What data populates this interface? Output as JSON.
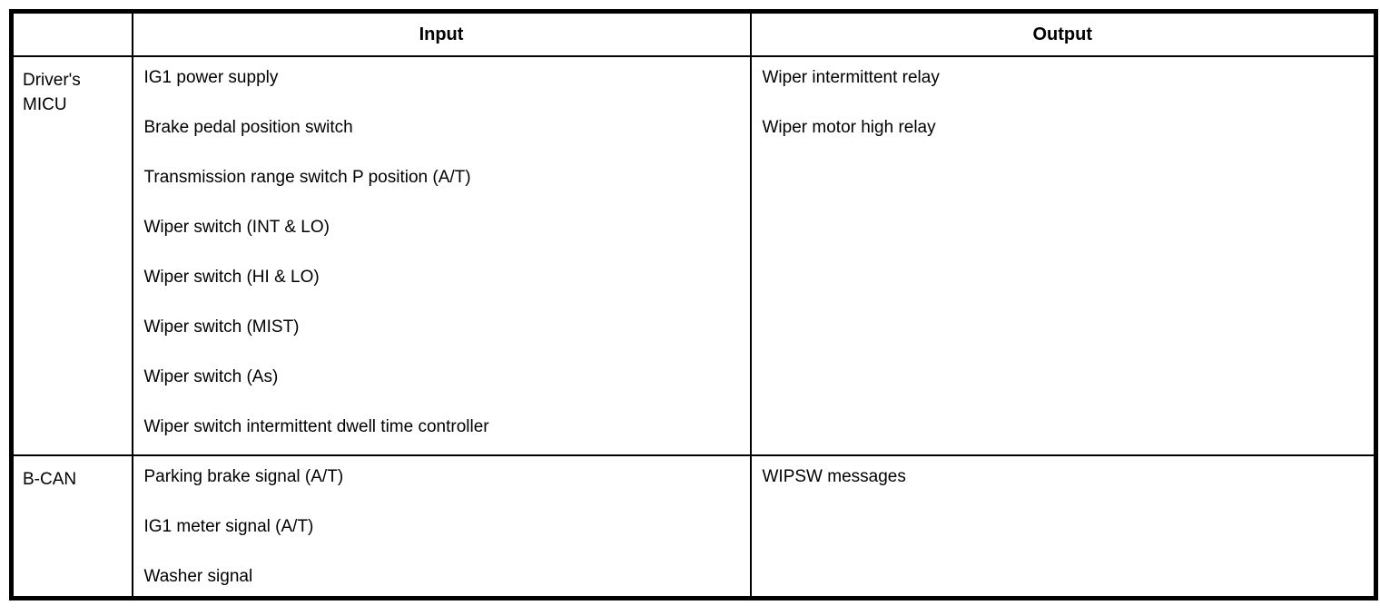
{
  "page": {
    "background_color": "#ffffff",
    "border_color": "#000000",
    "text_color": "#000000"
  },
  "table": {
    "headers": {
      "source": "",
      "input": "Input",
      "output": "Output"
    },
    "rows": [
      {
        "source": "Driver's MICU",
        "inputs": [
          "IG1 power supply",
          "Brake pedal position switch",
          "Transmission range switch P position (A/T)",
          "Wiper switch (INT & LO)",
          "Wiper switch (HI & LO)",
          "Wiper switch (MIST)",
          "Wiper switch (As)",
          "Wiper switch intermittent dwell time controller"
        ],
        "outputs": [
          "Wiper intermittent relay",
          "Wiper motor high relay"
        ]
      },
      {
        "source": "B-CAN",
        "inputs": [
          "Parking brake signal (A/T)",
          "IG1 meter signal (A/T)",
          "Washer signal"
        ],
        "outputs": [
          "WIPSW messages"
        ]
      }
    ]
  }
}
